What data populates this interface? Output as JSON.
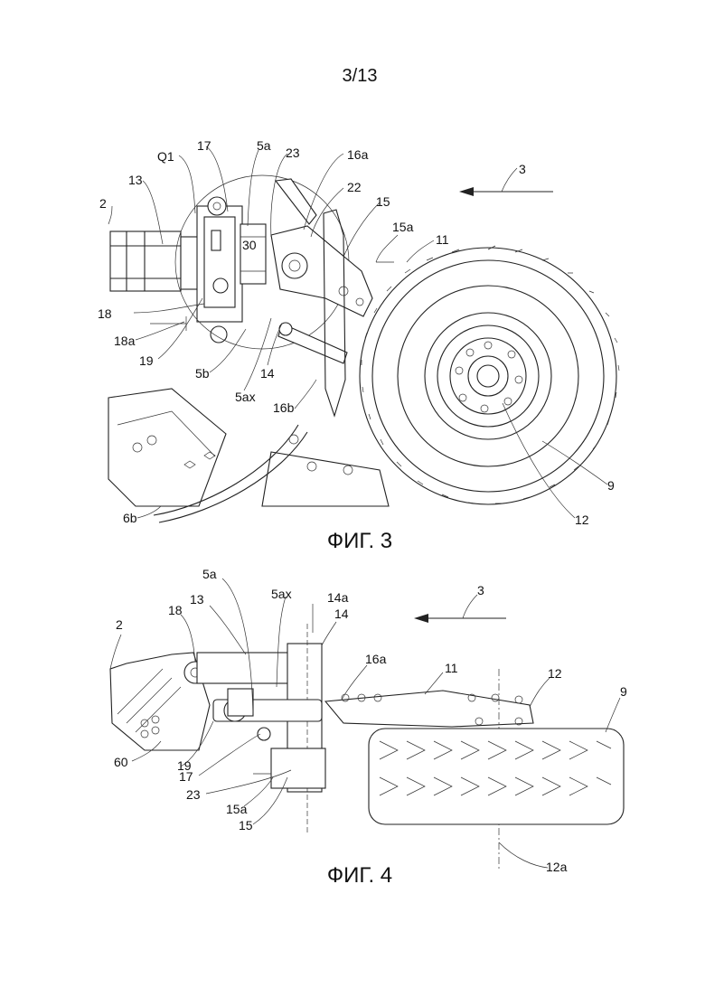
{
  "page_number": "3/13",
  "figures": [
    {
      "caption": "ФИГ. 3",
      "labels": [
        "2",
        "13",
        "Q1",
        "17",
        "5a",
        "23",
        "16a",
        "22",
        "15",
        "15a",
        "11",
        "3",
        "30",
        "18",
        "18a",
        "19",
        "5b",
        "14",
        "5ax",
        "16b",
        "9",
        "12",
        "6b"
      ]
    },
    {
      "caption": "ФИГ. 4",
      "labels": [
        "5a",
        "5ax",
        "14a",
        "3",
        "18",
        "13",
        "14",
        "2",
        "16a",
        "11",
        "12",
        "9",
        "60",
        "19",
        "17",
        "23",
        "15a",
        "15",
        "12a"
      ]
    }
  ]
}
